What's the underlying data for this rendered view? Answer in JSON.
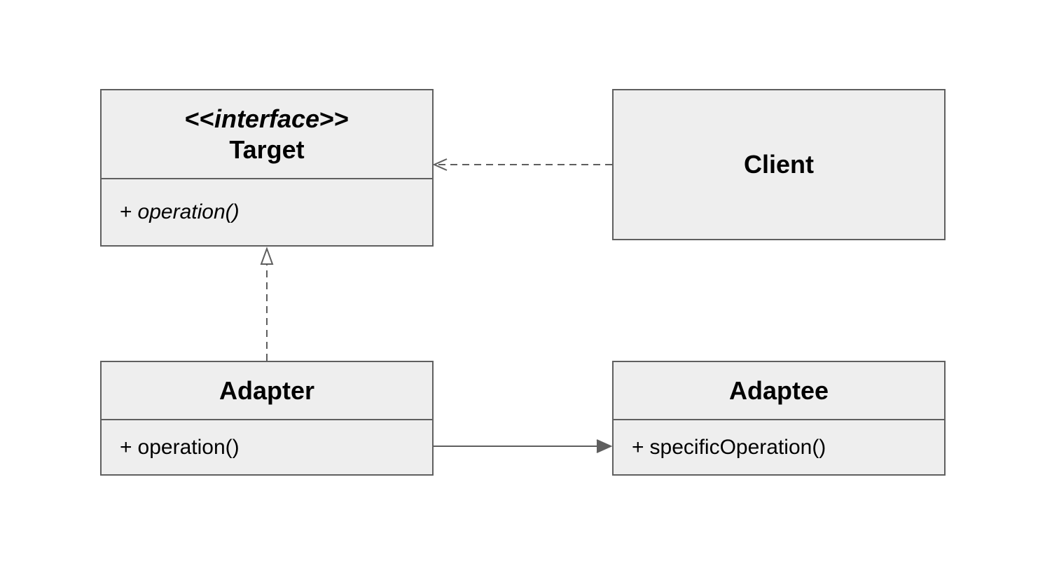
{
  "diagram": {
    "target": {
      "stereotype_open": "<<",
      "stereotype_word": "interface",
      "stereotype_close": ">>",
      "name": "Target",
      "method_sign": "+",
      "method_name": "operation()"
    },
    "client": {
      "name": "Client"
    },
    "adapter": {
      "name": "Adapter",
      "method_sign": "+",
      "method_name": "operation()"
    },
    "adaptee": {
      "name": "Adaptee",
      "method_sign": "+",
      "method_name": "specificOperation()"
    }
  },
  "colors": {
    "box_fill": "#eeeeee",
    "box_stroke": "#5f5f5f",
    "connector": "#5f5f5f"
  }
}
